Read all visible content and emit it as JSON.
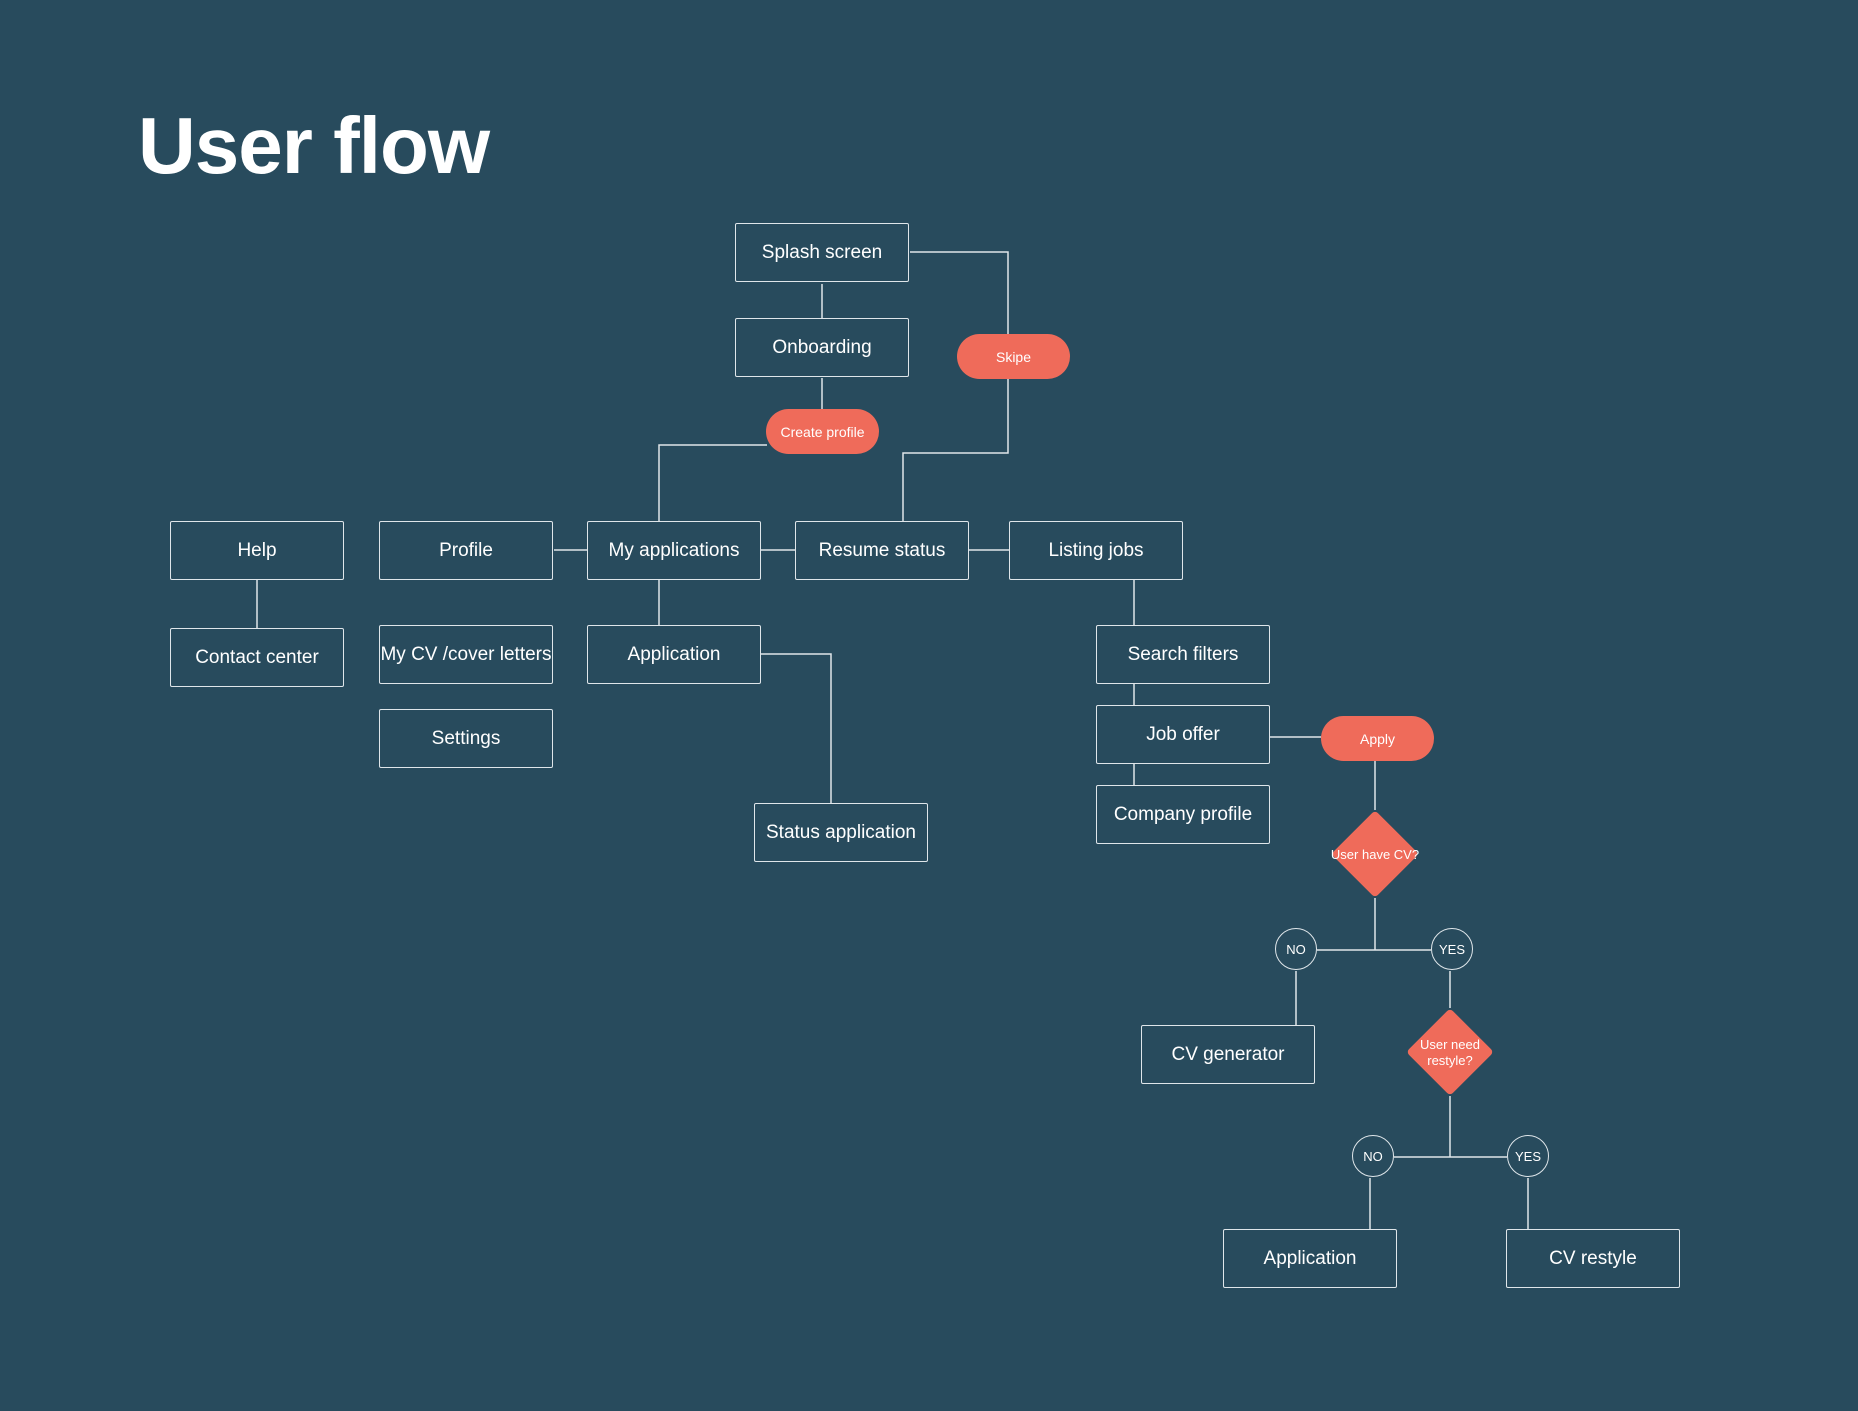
{
  "title": "User flow",
  "colors": {
    "background": "#284b5d",
    "accent": "#ef6b5a",
    "line": "#dfe6ea",
    "text": "#ffffff"
  },
  "nodes": {
    "splash_screen": "Splash screen",
    "onboarding": "Onboarding",
    "skipe": "Skipe",
    "create_profile": "Create profile",
    "help": "Help",
    "contact_center": "Contact center",
    "profile": "Profile",
    "my_cv_cover_letters": "My CV /cover letters",
    "settings": "Settings",
    "my_applications": "My applications",
    "application_1": "Application",
    "status_application": "Status application",
    "resume_status": "Resume status",
    "listing_jobs": "Listing jobs",
    "search_filters": "Search filters",
    "job_offer": "Job offer",
    "apply": "Apply",
    "company_profile": "Company profile",
    "user_have_cv": "User have CV?",
    "no_1": "NO",
    "yes_1": "YES",
    "cv_generator": "CV generator",
    "user_need_restyle": "User need restyle?",
    "no_2": "NO",
    "yes_2": "YES",
    "application_2": "Application",
    "cv_restyle": "CV restyle"
  }
}
